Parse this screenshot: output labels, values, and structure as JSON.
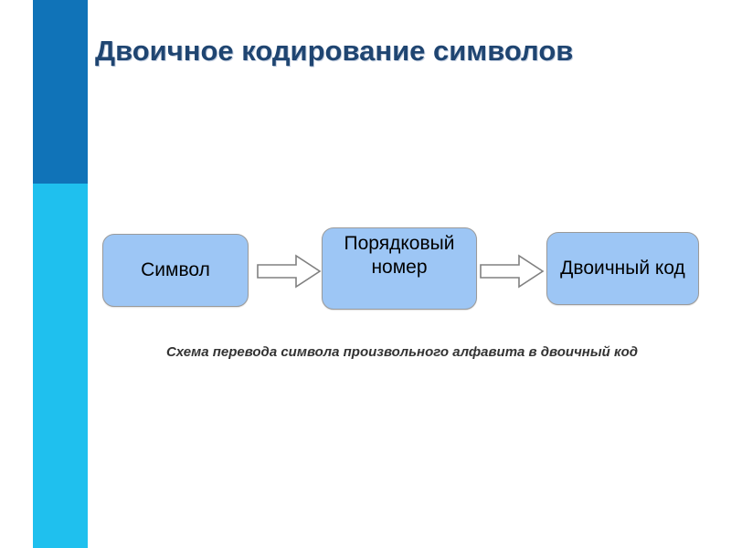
{
  "slide": {
    "title": "Двоичное кодирование символов",
    "background_color": "#ffffff"
  },
  "accent_bar": {
    "top_color": "#1073b8",
    "bottom_color": "#1fc0ee"
  },
  "diagram": {
    "caption": "Схема перевода символа произвольного алфавита в двоичный код",
    "box_fill_color": "#9dc6f5",
    "box_border_color": "#9a9a9a",
    "arrow_fill_color": "#ffffff",
    "arrow_border_color": "#808080",
    "nodes": [
      {
        "id": "symbol",
        "label": "Символ"
      },
      {
        "id": "ordinal",
        "label": "Порядковый номер"
      },
      {
        "id": "binary",
        "label": "Двоичный код"
      }
    ],
    "connectors": [
      {
        "id": "arrow-1",
        "icon": "block-arrow-right-icon",
        "from": "symbol",
        "to": "ordinal"
      },
      {
        "id": "arrow-2",
        "icon": "block-arrow-right-icon",
        "from": "ordinal",
        "to": "binary"
      }
    ]
  }
}
